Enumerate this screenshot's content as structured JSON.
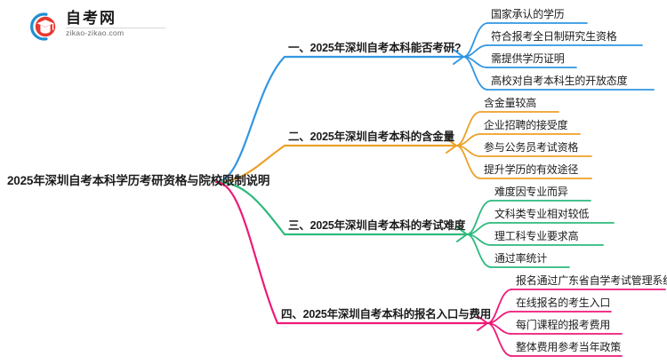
{
  "logo": {
    "name_cn": "自考网",
    "url": "zikao-zikao.com",
    "mark_arc_color": "#1e8fd5",
    "mark_cap_color": "#e8382f"
  },
  "mindmap": {
    "root": {
      "label": "2025年深圳自考本科学历考研资格与院校限制说明"
    },
    "branches": [
      {
        "label": "一、2025年深圳自考本科能否考研?",
        "color": "#3196e3",
        "children": [
          "国家承认的学历",
          "符合报考全日制研究生资格",
          "需提供学历证明",
          "高校对自考本科生的开放态度"
        ]
      },
      {
        "label": "二、2025年深圳自考本科的含金量",
        "color": "#eda129",
        "children": [
          "含金量较高",
          "企业招聘的接受度",
          "参与公务员考试资格",
          "提升学历的有效途径"
        ]
      },
      {
        "label": "三、2025年深圳自考本科的考试难度",
        "color": "#2dba7d",
        "children": [
          "难度因专业而异",
          "文科类专业相对较低",
          "理工科专业要求高",
          "通过率统计"
        ]
      },
      {
        "label": "四、2025年深圳自考本科的报名入口与费用",
        "color": "#ed1a78",
        "children": [
          "报名通过广东省自学考试管理系统",
          "在线报名的考生入口",
          "每门课程的报考费用",
          "整体费用参考当年政策"
        ]
      }
    ]
  }
}
